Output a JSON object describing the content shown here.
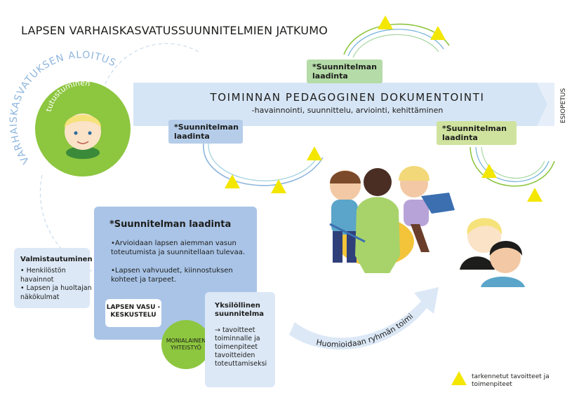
{
  "title": "LAPSEN VARHAISKASVATUSSUUNNITELMIEN JATKUMO",
  "start": {
    "arc_label": "VARHAISKASVATUKSEN ALOITUS",
    "circle_label": "tutustuminen"
  },
  "band": {
    "title": "TOIMINNAN PEDAGOGINEN DOKUMENTOINTI",
    "subtitle": "-havainnointi, suunnittelu, arviointi, kehittäminen",
    "end_label": "ESIOPETUS"
  },
  "plan_pills": {
    "left": "*Suunnitelman laadinta",
    "top": "*Suunnitelman laadinta",
    "right": "*Suunnitelman laadinta"
  },
  "main_card": {
    "title": "*Suunnitelman laadinta",
    "p1": "•Arvioidaan lapsen aiemman vasun toteutumista ja suunnitellaan tulevaa.",
    "p2": "•Lapsen vahvuudet, kiinnostuksen kohteet ja tarpeet."
  },
  "prep_card": {
    "title": "Valmistautuminen",
    "items": [
      "Henkilöstön havainnot",
      "Lapsen ja huoltajan näkökulmat"
    ]
  },
  "vasu_box": "LAPSEN VASU -KESKUSTELU",
  "moni": "MONIALAINEN YHTEISTYÖ",
  "yks_card": {
    "title": "Yksilöllinen suunnitelma",
    "text": "→ tavoitteet toiminnalle ja toimenpiteet tavoitteiden toteuttamiseksi"
  },
  "group_arrow": "Huomioidaan ryhmän toiminnan suunnittelussa",
  "legend": "tarkennetut tavoitteet ja toimenpiteet",
  "colors": {
    "band": "#d6e5f5",
    "blue": "#a9c4e7",
    "green": "#8dc63f",
    "light_green": "#cfe39f",
    "triangle": "#f3e600",
    "text": "#1d1d1b"
  },
  "icons": [
    "child-face-icon",
    "children-group-illustration",
    "adult-faces-illustration",
    "triangle-marker-icon"
  ]
}
